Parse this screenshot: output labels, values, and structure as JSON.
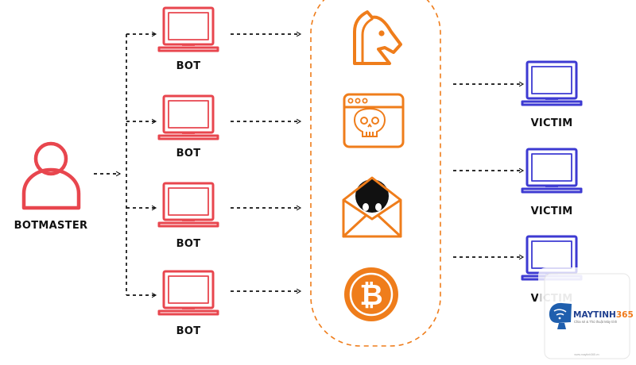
{
  "colors": {
    "bot": "#e8464e",
    "victim": "#3d3ad2",
    "malware": "#ef7d1b",
    "arrow": "#111111",
    "label": "#111111"
  },
  "botmaster": {
    "label": "BOTMASTER",
    "icon": "user-icon"
  },
  "bots": [
    {
      "label": "BOT",
      "icon": "laptop-icon"
    },
    {
      "label": "BOT",
      "icon": "laptop-icon"
    },
    {
      "label": "BOT",
      "icon": "laptop-icon"
    },
    {
      "label": "BOT",
      "icon": "laptop-icon"
    }
  ],
  "attacks": [
    {
      "icon": "trojan-horse-icon"
    },
    {
      "icon": "malicious-webpage-skull-icon"
    },
    {
      "icon": "phishing-email-icon"
    },
    {
      "icon": "bitcoin-icon"
    }
  ],
  "victims": [
    {
      "label": "VICTIM",
      "icon": "laptop-icon"
    },
    {
      "label": "VICTIM",
      "icon": "laptop-icon"
    },
    {
      "label": "VICTIM",
      "icon": "laptop-icon"
    }
  ],
  "watermark": {
    "brand_main": "MAYTINH",
    "brand_accent": "365",
    "tagline": "Chia sẻ & Thủ thuật Máy tính",
    "url": "www.maytinh365.vn"
  }
}
